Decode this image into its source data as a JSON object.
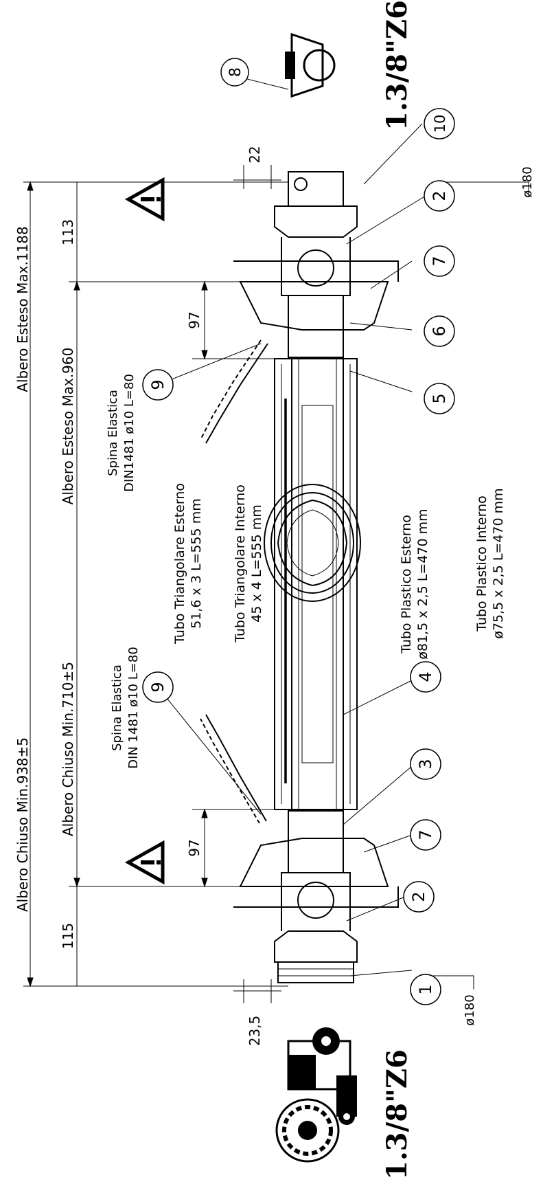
{
  "dims": {
    "closed_total": "Albero Chiuso Min.938±5",
    "closed_tubes": "Albero Chiuso Min.710±5",
    "extended_total": "Albero Esteso Max.1188",
    "extended_tubes": "Albero Esteso Max.960",
    "end_len_left": "115",
    "end_len_right": "113",
    "overlap_left": "97",
    "overlap_right": "97",
    "offset_left": "23,5",
    "offset_right": "22",
    "diam_left": "ø180",
    "diam_right": "ø180"
  },
  "specs": {
    "pin_left_title": "Spina Elastica",
    "pin_left_spec": "DIN 1481 ø10 L=80",
    "pin_right_title": "Spina Elastica",
    "pin_right_spec": "DIN1481 ø10 L=80",
    "tri_ext_title": "Tubo Triangolare Esterno",
    "tri_ext_spec": "51,6 x 3 L=555 mm",
    "tri_int_title": "Tubo Triangolare Interno",
    "tri_int_spec": "45 x 4 L=555 mm",
    "plastic_ext_title": "Tubo Plastico Esterno",
    "plastic_ext_spec": "ø81,5 x 2,5 L=470 mm",
    "plastic_int_title": "Tubo Plastico Interno",
    "plastic_int_spec": "ø75,5 x 2,5 L=470 mm"
  },
  "splines": {
    "left": "1.3/8\"Z6",
    "right": "1.3/8\"Z6"
  },
  "callouts": [
    "1",
    "2",
    "3",
    "4",
    "5",
    "6",
    "7",
    "8",
    "9",
    "10"
  ],
  "icons": [
    "tractor-icon",
    "warning-triangle-icon",
    "spline-section-icon",
    "safety-chain-icon"
  ]
}
